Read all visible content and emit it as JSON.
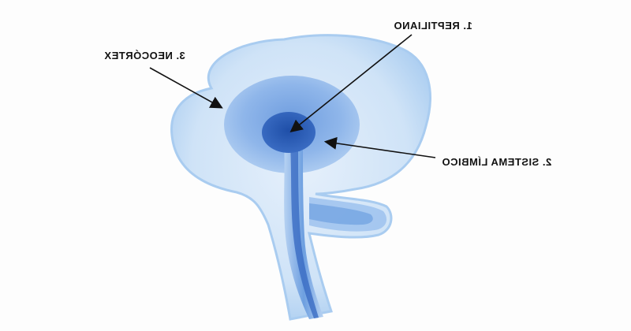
{
  "labels": {
    "neocortex": "3. NEOCÓRTEX",
    "reptiliano": "1. REPTILIANO",
    "limbico": "2. SISTEMA LÍMBICO"
  },
  "colors": {
    "outer_layer": "#cfe3f7",
    "outer_edge": "#a9ccf0",
    "middle_layer": "#8fb6ea",
    "inner_core": "#2f5fb8",
    "stem": "#6d9fe0",
    "arrow": "#111111"
  }
}
